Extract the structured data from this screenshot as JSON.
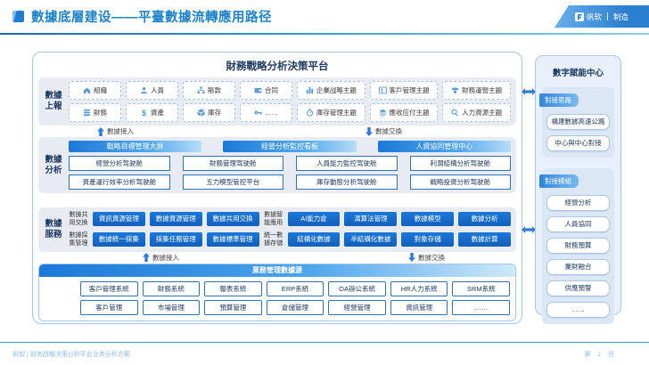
{
  "header": {
    "title": "數據底層建设——平臺數據流轉應用路径",
    "brand_name": "帆软",
    "brand_suffix": "制造"
  },
  "colors": {
    "accent_blue": "#1e82ca",
    "deep_blue": "#1467c8",
    "icon_blue": "#5b9bd5",
    "navy_text": "#1f3a63",
    "section_bg": "#e9ebf2",
    "panel_bg": "#e8f1fb"
  },
  "platform": {
    "title": "財務戰略分析決策平台",
    "flow_in": "數據接入",
    "flow_out": "數據交換",
    "report": {
      "label": "數據上報",
      "row1_items": [
        "組織",
        "人員",
        "賬款",
        "合同"
      ],
      "row1_themes": [
        "企業战略主題",
        "客戶管理主題",
        "財務運營主題"
      ],
      "row2_items": [
        "財務",
        "資產",
        "庫存",
        "……"
      ],
      "row2_themes": [
        "庫存管理主題",
        "應收应付主題",
        "人力資源主題"
      ]
    },
    "analysis": {
      "label": "數據分析",
      "headers": [
        "戰略目標管理大屏",
        "經營分析監控看板",
        "人資協同管理中心"
      ],
      "row1": [
        "經營分析驾驶舱",
        "財務管理驾驶舱",
        "人員能力監控驾驶舱",
        "利潤結構分析驾驶舱"
      ],
      "row2": [
        "資產運行效率分析驾驶舱",
        "五力模型管控平台",
        "庫存動態分析驾驶舱",
        "戰略投資分析驾驶舱"
      ]
    },
    "service": {
      "label": "數據服務",
      "groups": [
        {
          "label": "數據共用交換",
          "items": [
            "資訊資源管理",
            "數據資源管理",
            "數據共用交換"
          ]
        },
        {
          "label": "數據智能應用",
          "items": [
            "AI能力倉",
            "演算法管理",
            "數據模型",
            "數據分析"
          ]
        },
        {
          "label": "數據採集管理",
          "items": [
            "數據統一採集",
            "採集任務管理",
            "數據標準管理"
          ]
        },
        {
          "label": "統一數據存儲",
          "items": [
            "結構化數據",
            "半結構化數據",
            "對象存儲",
            "數據計算"
          ]
        }
      ]
    },
    "source": {
      "banner": "業務管理數據源",
      "row1": [
        "客戶管理系統",
        "財務系統",
        "報表系統",
        "ERP系統",
        "OA辦公系統",
        "HR人力系統",
        "SRM系統"
      ],
      "row2": [
        "客戶管理",
        "市場管理",
        "預算管理",
        "倉儲管理",
        "經營管理",
        "資訊管理",
        "……"
      ]
    }
  },
  "panel": {
    "title": "數字賦能中心",
    "groups": [
      {
        "tag": "對接思路",
        "items": [
          "構建數據高速公路",
          "中心與中心對接"
        ]
      },
      {
        "tag": "對接模組",
        "items": [
          "經營分析",
          "人員協同",
          "財務預算",
          "業財融合",
          "供應預警",
          "……"
        ]
      }
    ]
  },
  "footer": {
    "left": "帆软 | 财务战略决策分析平台业务分析方案",
    "page": "第 1 页"
  }
}
